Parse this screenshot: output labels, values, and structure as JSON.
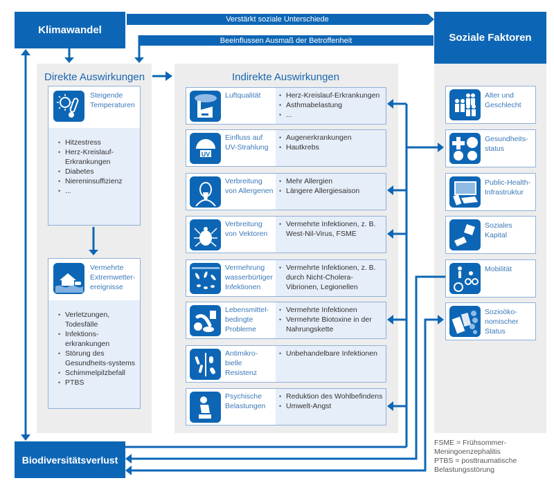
{
  "colors": {
    "primary_blue": "#0d66b5",
    "panel_grey": "#ededed",
    "list_bg": "#e6eef9",
    "card_border": "#8fb0d6"
  },
  "nodes": {
    "climate_change": "Klimawandel",
    "social_factors": "Soziale Faktoren",
    "biodiversity_loss": "Biodiversitätsverlust"
  },
  "banners": {
    "top": "Verstärkt soziale Unterschiede",
    "second": "Beeinflussen Ausmaß der Betroffenheit"
  },
  "direct": {
    "title": "Direkte Auswirkungen",
    "cards": [
      {
        "icon": "thermometer-sun-icon",
        "label": "Steigende Temperaturen",
        "items": [
          "Hitzestress",
          "Herz-Kreislauf-Erkrankungen",
          "Diabetes",
          "Niereninsuffizienz",
          "..."
        ]
      },
      {
        "icon": "flooded-house-icon",
        "label": "Vermehrte Extremwetter-ereignisse",
        "items": [
          "Verletzungen, Todesfälle",
          "Infektions-erkrankungen",
          "Störung des Gesundheits-systems",
          "Schimmelpilzbefall",
          "PTBS"
        ]
      }
    ]
  },
  "indirect": {
    "title": "Indirekte Auswirkungen",
    "cards": [
      {
        "icon": "factory-smog-icon",
        "label": "Luftqualität",
        "items": [
          "Herz-Kreislauf-Erkrankungen",
          "Asthmabelastung",
          "..."
        ]
      },
      {
        "icon": "uv-sun-icon",
        "label": "Einfluss auf UV-Strahlung",
        "items": [
          "Augenerkrankungen",
          "Hautkrebs"
        ]
      },
      {
        "icon": "sneezing-person-icon",
        "label": "Verbreitung von Allergenen",
        "items": [
          "Mehr Allergien",
          "Längere Allergiesaison"
        ]
      },
      {
        "icon": "tick-icon",
        "label": "Verbreitung von Vektoren",
        "items": [
          "Vermehrte Infektionen, z. B. West-Nil-Virus, FSME"
        ]
      },
      {
        "icon": "water-bacteria-icon",
        "label": "Vermehrung wasserbürtiger Infektionen",
        "items": [
          "Vermehrte Infektionen, z. B. durch Nicht-Cholera-Vibrionen, Legionellen"
        ]
      },
      {
        "icon": "food-icon",
        "label": "Lebensmittel-bedingte Probleme",
        "items": [
          "Vermehrte Infektionen",
          "Vermehrte Biotoxine in der Nahrungskette"
        ]
      },
      {
        "icon": "antibiotic-pills-icon",
        "label": "Antimikro-bielle Resistenz",
        "items": [
          "Unbehandelbare Infektionen"
        ]
      },
      {
        "icon": "sitting-person-icon",
        "label": "Psychische Belastungen",
        "items": [
          "Reduktion des Wohlbefindens",
          "Umwelt-Angst"
        ]
      }
    ]
  },
  "social": {
    "cards": [
      {
        "icon": "people-age-gender-icon",
        "label": "Alter und Geschlecht"
      },
      {
        "icon": "health-status-icon",
        "label": "Gesundheits-status"
      },
      {
        "icon": "computer-devices-icon",
        "label": "Public-Health-Infrastruktur"
      },
      {
        "icon": "helping-hands-icon",
        "label": "Soziales Kapital"
      },
      {
        "icon": "mobility-icon",
        "label": "Mobilität"
      },
      {
        "icon": "money-coins-icon",
        "label": "Sozioöko-nomischer Status"
      }
    ]
  },
  "footnotes": [
    "FSME = Frühsommer-Meningoenzephalitis",
    "PTBS = posttraumatische Belastungsstörung"
  ]
}
